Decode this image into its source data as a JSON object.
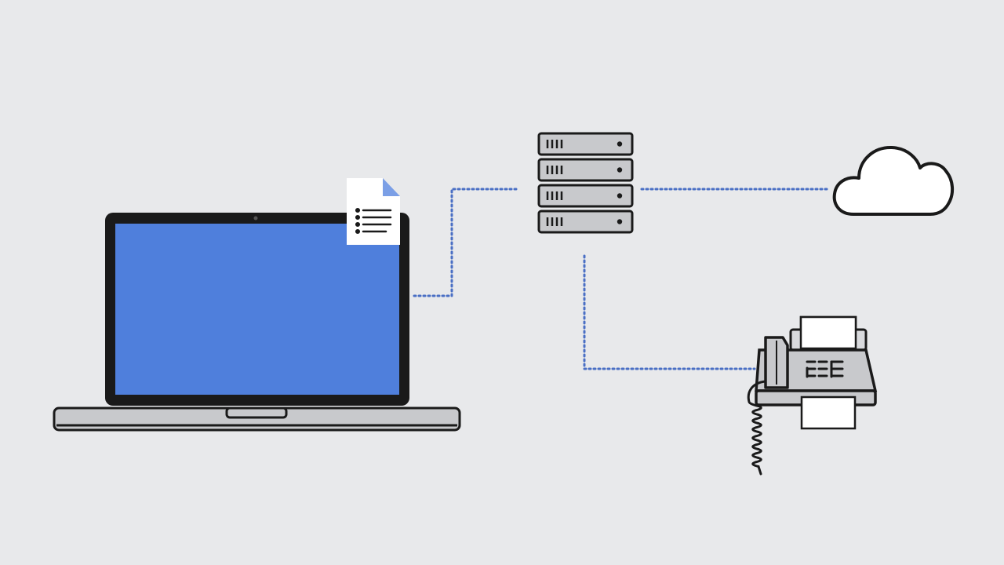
{
  "diagram": {
    "nodes": [
      {
        "id": "laptop",
        "icon": "laptop-icon"
      },
      {
        "id": "document",
        "icon": "document-icon"
      },
      {
        "id": "server",
        "icon": "server-rack-icon"
      },
      {
        "id": "cloud",
        "icon": "cloud-icon"
      },
      {
        "id": "fax",
        "icon": "fax-machine-icon"
      }
    ],
    "edges": [
      {
        "from": "laptop",
        "to": "server",
        "style": "dotted"
      },
      {
        "from": "server",
        "to": "cloud",
        "style": "dotted"
      },
      {
        "from": "server",
        "to": "fax",
        "style": "dotted"
      }
    ]
  },
  "colors": {
    "background": "#e8e9eb",
    "screen": "#4f7fdc",
    "outline": "#1a1a1a",
    "connector": "#4a6fc4",
    "metal": "#c8c9cc",
    "paper": "#ffffff",
    "page_fold": "#7b9fe6"
  }
}
